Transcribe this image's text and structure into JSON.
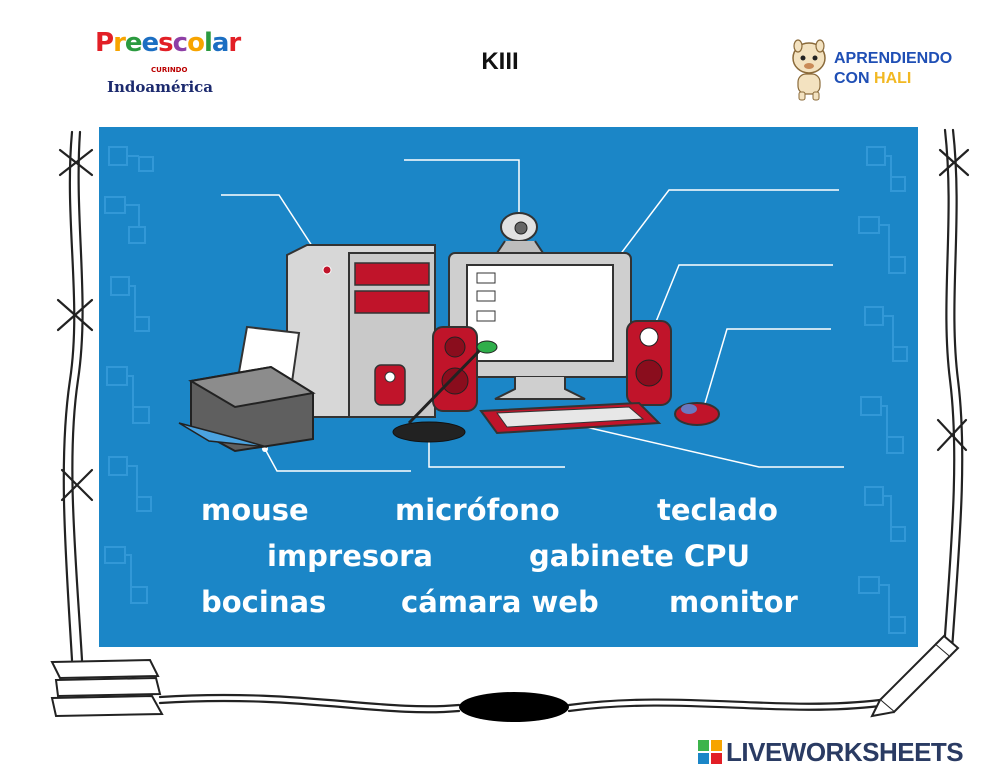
{
  "header": {
    "title": "KIII",
    "logo_left": {
      "brand": "Preescolar",
      "subbrand": "CURINDO",
      "publisher": "Indoamérica"
    },
    "logo_right": {
      "line1": "APRENDIENDO",
      "line2_a": "CON",
      "line2_b": "HALI"
    }
  },
  "word_bank": [
    {
      "id": "mouse",
      "text": "mouse"
    },
    {
      "id": "microfono",
      "text": "micrófono"
    },
    {
      "id": "teclado",
      "text": "teclado"
    },
    {
      "id": "impresora",
      "text": "impresora"
    },
    {
      "id": "gabinete",
      "text": "gabinete CPU"
    },
    {
      "id": "bocinas",
      "text": "bocinas"
    },
    {
      "id": "camara",
      "text": "cámara web"
    },
    {
      "id": "monitor",
      "text": "monitor"
    }
  ],
  "footer": {
    "brand": "LIVEWORKSHEETS"
  },
  "colors": {
    "panel": "#1b86c7",
    "accent_red": "#c0142a",
    "word": "#ffffff",
    "brand_blue": "#2a3b63"
  }
}
